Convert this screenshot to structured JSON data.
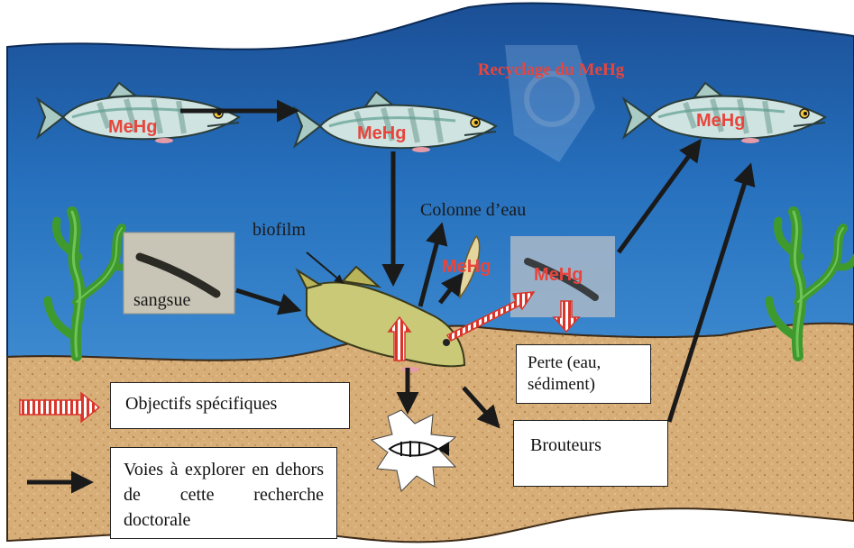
{
  "labels": {
    "recycling": "Recyclage du MeHg",
    "water_column": "Colonne d’eau",
    "biofilm": "biofilm",
    "leech": "sangsue",
    "mehg": "MeHg"
  },
  "boxes": {
    "loss": "Perte (eau, sédiment)",
    "grazers": "Brouteurs"
  },
  "legend": {
    "specific_objectives": "Objectifs spécifiques",
    "other_pathways": "Voies à explorer en dehors de cette recherche doctorale"
  },
  "colors": {
    "water": "#1e5fa8",
    "sediment": "#d9b07a",
    "mehg_text": "#e8453c",
    "specific_arrow": "#d9352a",
    "pathway_arrow": "#1a1a1a",
    "algae": "#3f9a2e"
  }
}
